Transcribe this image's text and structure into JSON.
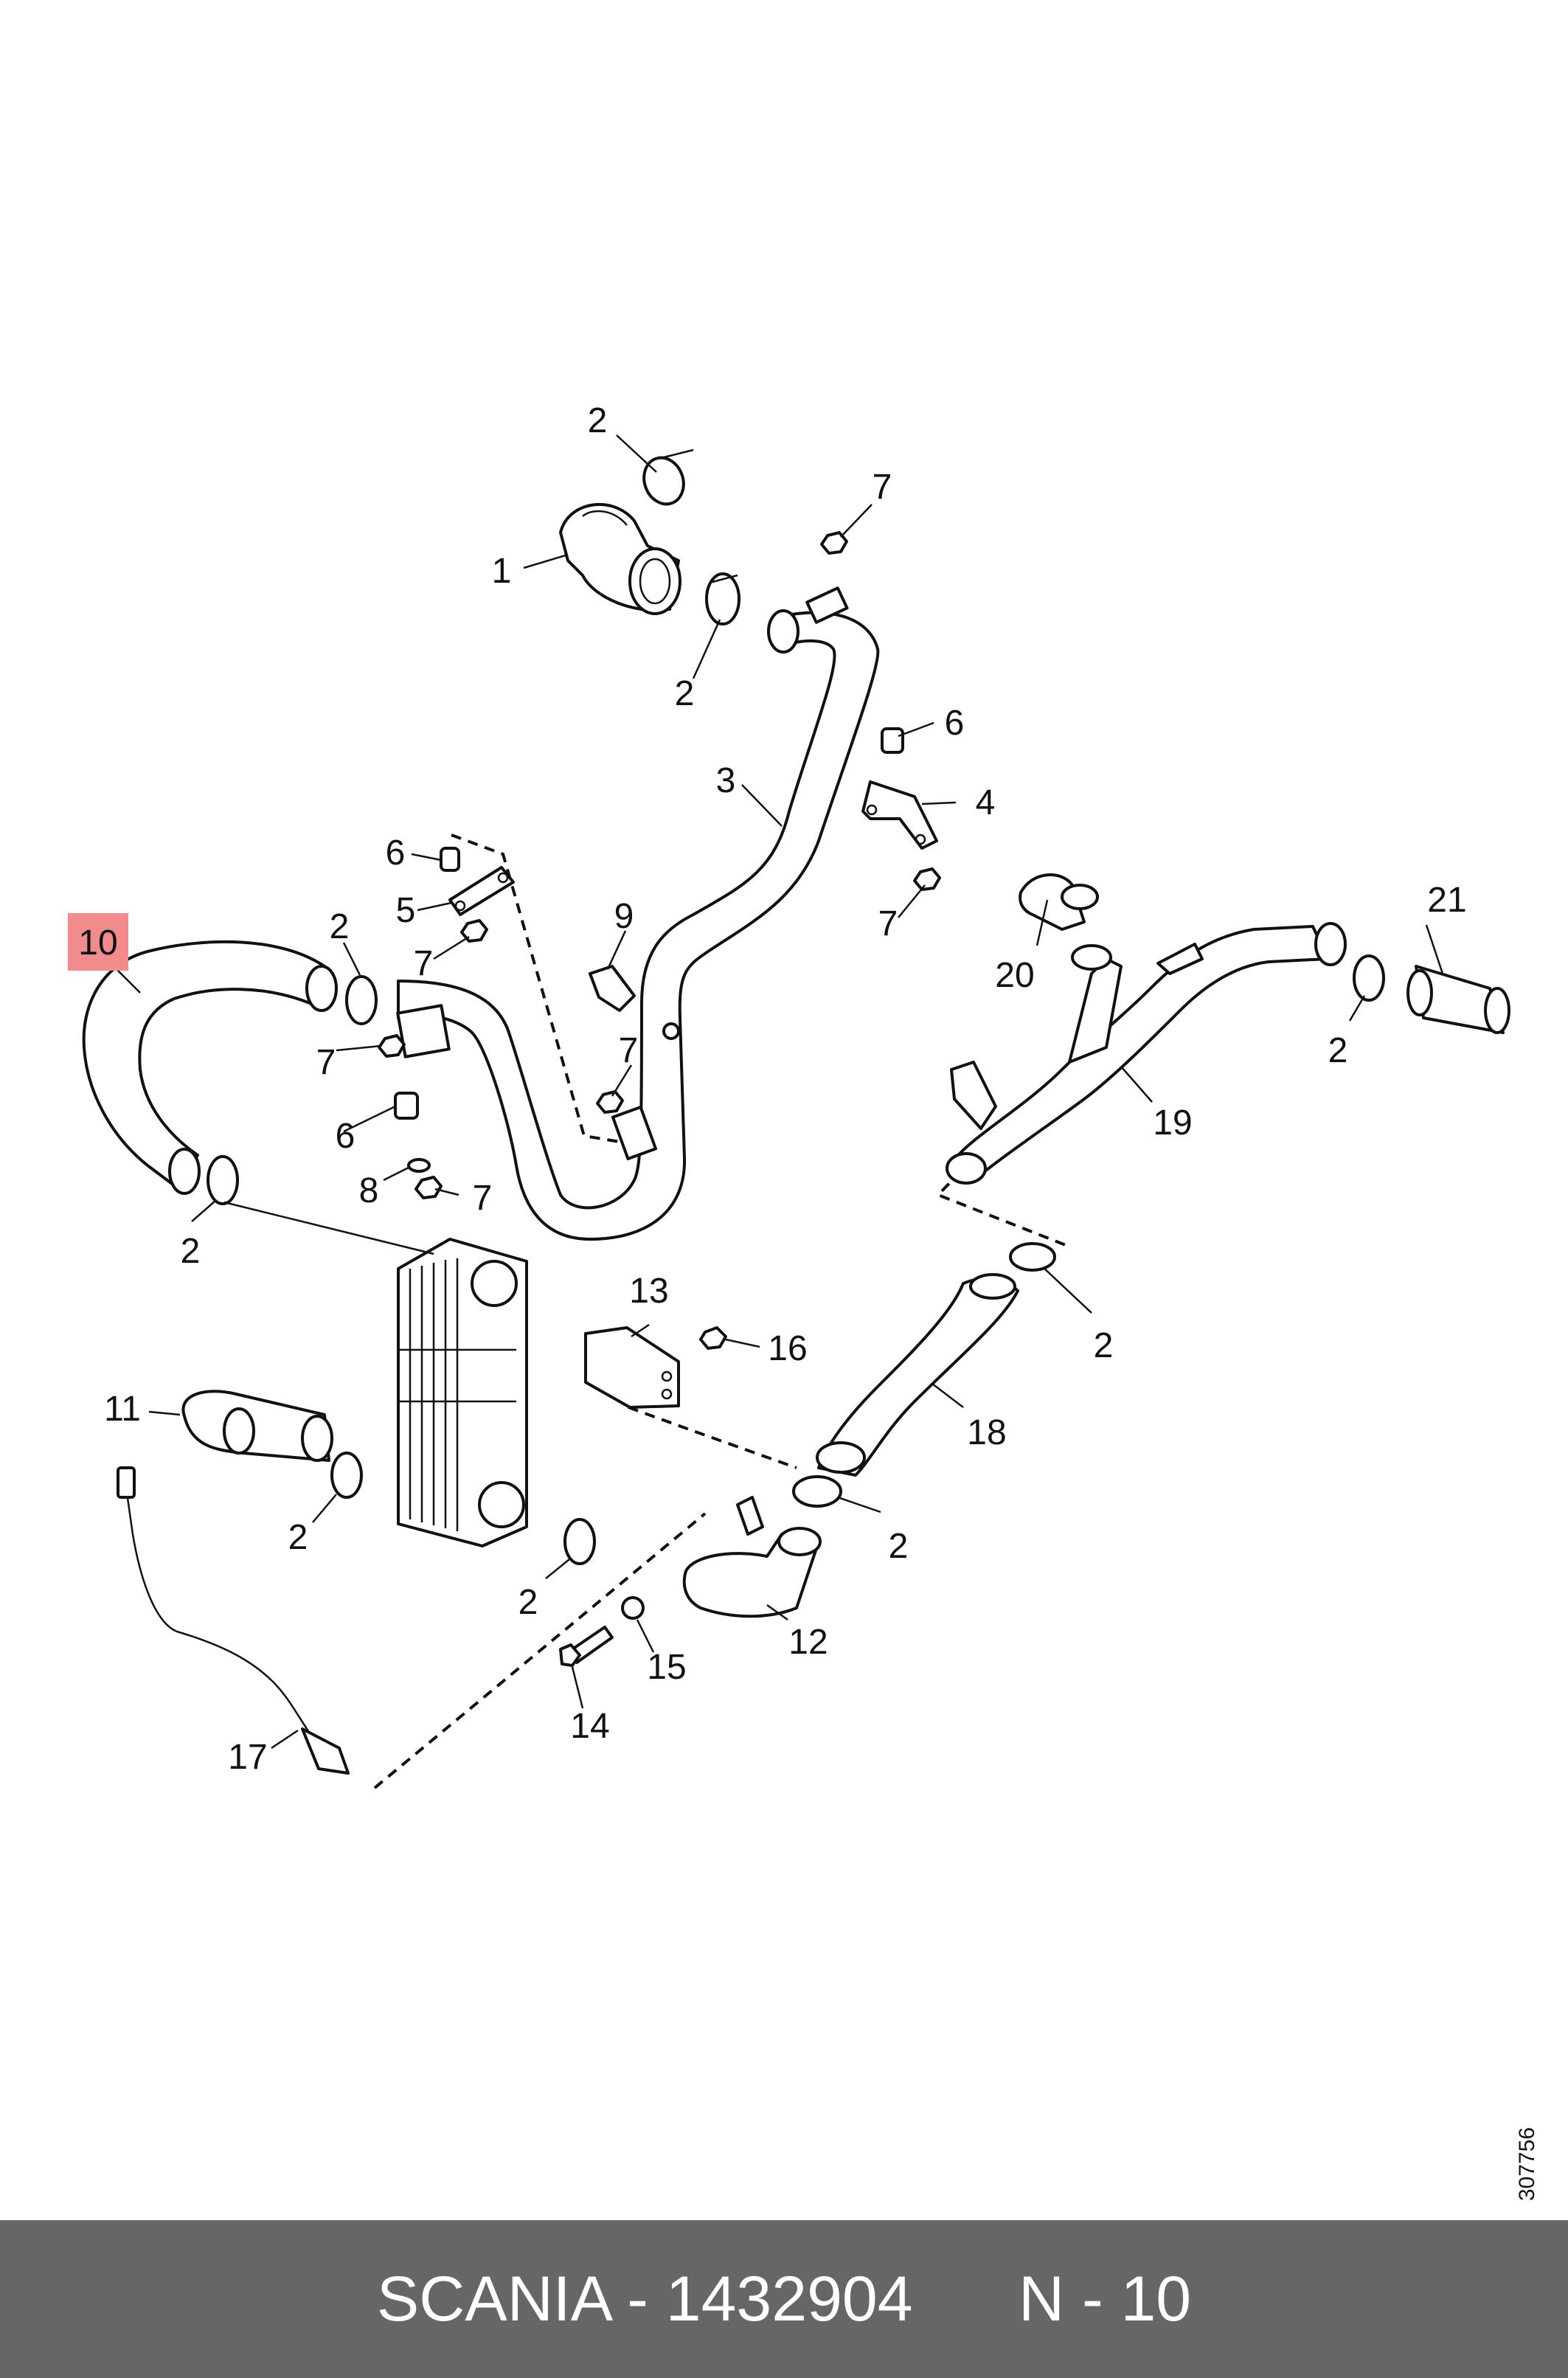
{
  "diagram": {
    "highlight_color": "#f28b8b",
    "line_color": "#111111",
    "callouts": [
      {
        "id": "c1",
        "text": "1"
      },
      {
        "id": "c2a",
        "text": "2"
      },
      {
        "id": "c2b",
        "text": "2"
      },
      {
        "id": "c3",
        "text": "3"
      },
      {
        "id": "c4",
        "text": "4"
      },
      {
        "id": "c5",
        "text": "5"
      },
      {
        "id": "c6a",
        "text": "6"
      },
      {
        "id": "c6b",
        "text": "6"
      },
      {
        "id": "c6c",
        "text": "6"
      },
      {
        "id": "c7a",
        "text": "7"
      },
      {
        "id": "c7b",
        "text": "7"
      },
      {
        "id": "c7c",
        "text": "7"
      },
      {
        "id": "c7d",
        "text": "7"
      },
      {
        "id": "c7e",
        "text": "7"
      },
      {
        "id": "c7f",
        "text": "7"
      },
      {
        "id": "c8",
        "text": "8"
      },
      {
        "id": "c9",
        "text": "9"
      },
      {
        "id": "c10",
        "text": "10",
        "highlighted": true
      },
      {
        "id": "c2c",
        "text": "2"
      },
      {
        "id": "c2d",
        "text": "2"
      },
      {
        "id": "c20",
        "text": "20"
      },
      {
        "id": "c21",
        "text": "21"
      },
      {
        "id": "c2e",
        "text": "2"
      },
      {
        "id": "c19",
        "text": "19"
      },
      {
        "id": "c13",
        "text": "13"
      },
      {
        "id": "c16",
        "text": "16"
      },
      {
        "id": "c2f",
        "text": "2"
      },
      {
        "id": "c18",
        "text": "18"
      },
      {
        "id": "c11",
        "text": "11"
      },
      {
        "id": "c2g",
        "text": "2"
      },
      {
        "id": "c2h",
        "text": "2"
      },
      {
        "id": "c2i",
        "text": "2"
      },
      {
        "id": "c12",
        "text": "12"
      },
      {
        "id": "c15",
        "text": "15"
      },
      {
        "id": "c14",
        "text": "14"
      },
      {
        "id": "c17",
        "text": "17"
      }
    ],
    "drawing_number": "307756"
  },
  "footer": {
    "brand": "SCANIA",
    "separator": " - ",
    "part_number": "1432904",
    "position_label": "N - 10",
    "background": "#666666"
  }
}
